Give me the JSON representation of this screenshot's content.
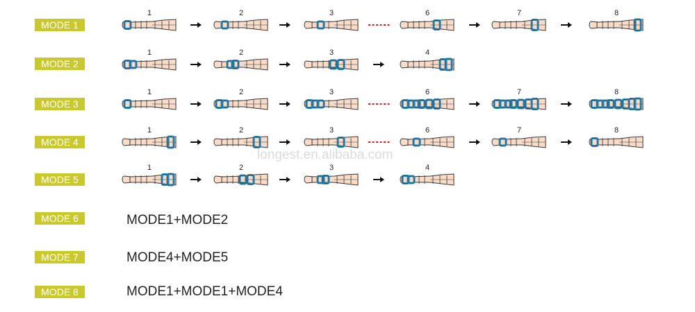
{
  "watermark": "longest.en.alibaba.com",
  "colors": {
    "skin": "#f8dcc8",
    "outline": "#333333",
    "cuff": "#2f86b3",
    "cuff_dark": "#1a4a66",
    "badge": "#c9c92e",
    "dots": "#d01f2a"
  },
  "modes": [
    {
      "label": "MODE 1",
      "steps": [
        {
          "n": "1",
          "cuffs": [
            0
          ]
        },
        {
          "n": "2",
          "cuffs": [
            1
          ]
        },
        {
          "n": "3",
          "cuffs": [
            2
          ]
        },
        {
          "n": "6",
          "cuffs": [
            5
          ]
        },
        {
          "n": "7",
          "cuffs": [
            6
          ]
        },
        {
          "n": "8",
          "cuffs": [
            7
          ]
        }
      ],
      "connectors": [
        "arrow",
        "arrow",
        "dots",
        "arrow",
        "arrow"
      ]
    },
    {
      "label": "MODE 2",
      "steps": [
        {
          "n": "1",
          "cuffs": [
            0,
            1
          ]
        },
        {
          "n": "2",
          "cuffs": [
            2,
            3
          ]
        },
        {
          "n": "3",
          "cuffs": [
            4,
            5
          ]
        },
        {
          "n": "4",
          "cuffs": [
            6,
            7
          ]
        }
      ],
      "connectors": [
        "arrow",
        "arrow",
        "arrow"
      ]
    },
    {
      "label": "MODE 3",
      "steps": [
        {
          "n": "1",
          "cuffs": [
            0
          ]
        },
        {
          "n": "2",
          "cuffs": [
            0,
            1
          ]
        },
        {
          "n": "3",
          "cuffs": [
            0,
            1,
            2
          ]
        },
        {
          "n": "6",
          "cuffs": [
            0,
            1,
            2,
            3,
            4,
            5
          ]
        },
        {
          "n": "7",
          "cuffs": [
            0,
            1,
            2,
            3,
            4,
            5,
            6
          ]
        },
        {
          "n": "8",
          "cuffs": [
            0,
            1,
            2,
            3,
            4,
            5,
            6,
            7
          ]
        }
      ],
      "connectors": [
        "arrow",
        "arrow",
        "dots",
        "arrow",
        "arrow"
      ]
    },
    {
      "label": "MODE 4",
      "steps": [
        {
          "n": "1",
          "cuffs": [
            7
          ]
        },
        {
          "n": "2",
          "cuffs": [
            6
          ]
        },
        {
          "n": "3",
          "cuffs": [
            5
          ]
        },
        {
          "n": "6",
          "cuffs": [
            2
          ]
        },
        {
          "n": "7",
          "cuffs": [
            1
          ]
        },
        {
          "n": "8",
          "cuffs": [
            0
          ]
        }
      ],
      "connectors": [
        "arrow",
        "arrow",
        "dots",
        "arrow",
        "arrow"
      ]
    },
    {
      "label": "MODE 5",
      "steps": [
        {
          "n": "1",
          "cuffs": [
            6,
            7
          ]
        },
        {
          "n": "2",
          "cuffs": [
            4,
            5
          ]
        },
        {
          "n": "3",
          "cuffs": [
            2,
            3
          ]
        },
        {
          "n": "4",
          "cuffs": [
            0,
            1
          ]
        }
      ],
      "connectors": [
        "arrow",
        "arrow",
        "arrow"
      ]
    },
    {
      "label": "MODE 6",
      "formula": "MODE1+MODE2"
    },
    {
      "label": "MODE 7",
      "formula": "MODE4+MODE5"
    },
    {
      "label": "MODE 8",
      "formula": "MODE1+MODE1+MODE4"
    }
  ]
}
